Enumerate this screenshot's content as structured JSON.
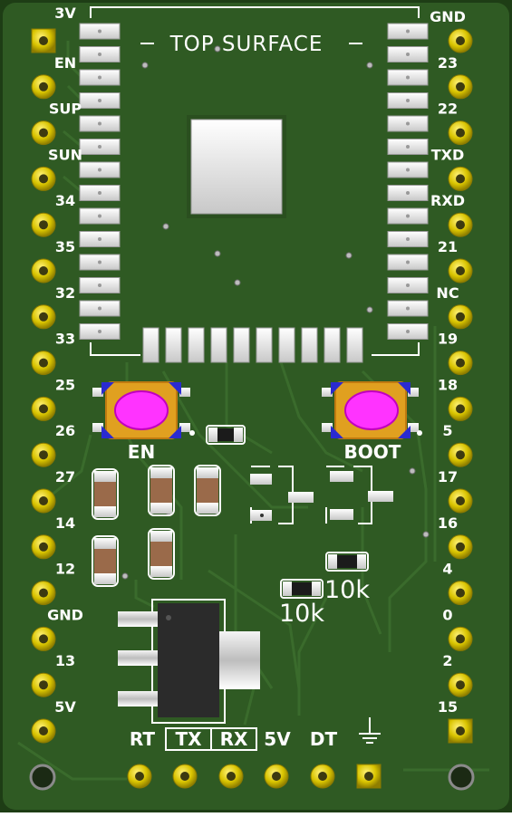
{
  "board": {
    "title": "TOP SURFACE",
    "colors": {
      "pcb": "#2f5a23",
      "pcb_dark": "#244a1a",
      "silk": "#ffffff",
      "gold": "#d6c300",
      "pad": "#e6e6e6",
      "button": "#ff33ff",
      "button_frame": "#ff9a1a",
      "button_corner": "#2020c0"
    }
  },
  "pins": {
    "left": [
      "3V",
      "EN",
      "SUP",
      "SUN",
      "34",
      "35",
      "32",
      "33",
      "25",
      "26",
      "27",
      "14",
      "12",
      "GND",
      "13",
      "5V"
    ],
    "right": [
      "GND",
      "23",
      "22",
      "TXD",
      "RXD",
      "21",
      "NC",
      "19",
      "18",
      "5",
      "17",
      "16",
      "4",
      "0",
      "2",
      "15"
    ],
    "bottom": [
      "RT",
      "TX",
      "RX",
      "5V",
      "DT"
    ],
    "bottom_ground_icon": "ground-icon"
  },
  "buttons": {
    "en": "EN",
    "boot": "BOOT"
  },
  "resistors": {
    "r1": "10k",
    "r2": "10k"
  }
}
